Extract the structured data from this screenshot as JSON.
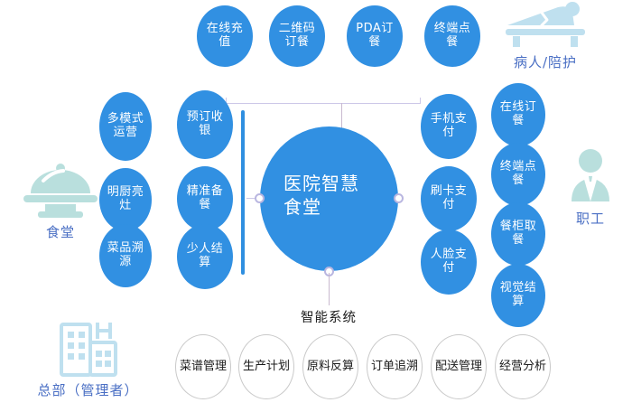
{
  "hub": {
    "label": "医院智慧食堂",
    "line1": "医院智慧",
    "line2": "食堂",
    "color": "#3190e2"
  },
  "top_group": {
    "items": [
      {
        "label": "在线充值"
      },
      {
        "label": "二维码订餐"
      },
      {
        "label": "PDA订餐"
      },
      {
        "label": "终端点餐"
      }
    ]
  },
  "left_outer_group": {
    "items": [
      {
        "label": "多模式运营"
      },
      {
        "label": "明厨亮灶"
      },
      {
        "label": "菜品溯源"
      }
    ]
  },
  "left_inner_group": {
    "items": [
      {
        "label": "预订收银"
      },
      {
        "label": "精准备餐"
      },
      {
        "label": "少人结算"
      }
    ]
  },
  "right_inner_group": {
    "items": [
      {
        "label": "手机支付"
      },
      {
        "label": "刷卡支付"
      },
      {
        "label": "人脸支付"
      }
    ]
  },
  "right_outer_group": {
    "items": [
      {
        "label": "在线订餐"
      },
      {
        "label": "终端点餐"
      },
      {
        "label": "餐柜取餐"
      },
      {
        "label": "视觉结算"
      }
    ]
  },
  "bottom_group": {
    "caption": "智能系统",
    "items": [
      {
        "label": "菜谱管理"
      },
      {
        "label": "生产计划"
      },
      {
        "label": "原料反算"
      },
      {
        "label": "订单追溯"
      },
      {
        "label": "配送管理"
      },
      {
        "label": "经营分析"
      }
    ]
  },
  "actors": [
    {
      "key": "canteen",
      "label": "食堂",
      "icon": "cloche-icon"
    },
    {
      "key": "patient",
      "label": "病人/陪护",
      "icon": "hospital-bed-icon"
    },
    {
      "key": "staff",
      "label": "职工",
      "icon": "person-suit-icon"
    },
    {
      "key": "hq",
      "label": "总部（管理者）",
      "icon": "hospital-building-icon"
    }
  ],
  "colors": {
    "primary_blue": "#3190e2",
    "icon_teal": "#b9dfdd",
    "icon_blue": "#bfe0ef",
    "actor_label": "#4a6fc4",
    "connector_lavender": "#cdc8e8",
    "connector_pink": "#c9b9cf"
  }
}
